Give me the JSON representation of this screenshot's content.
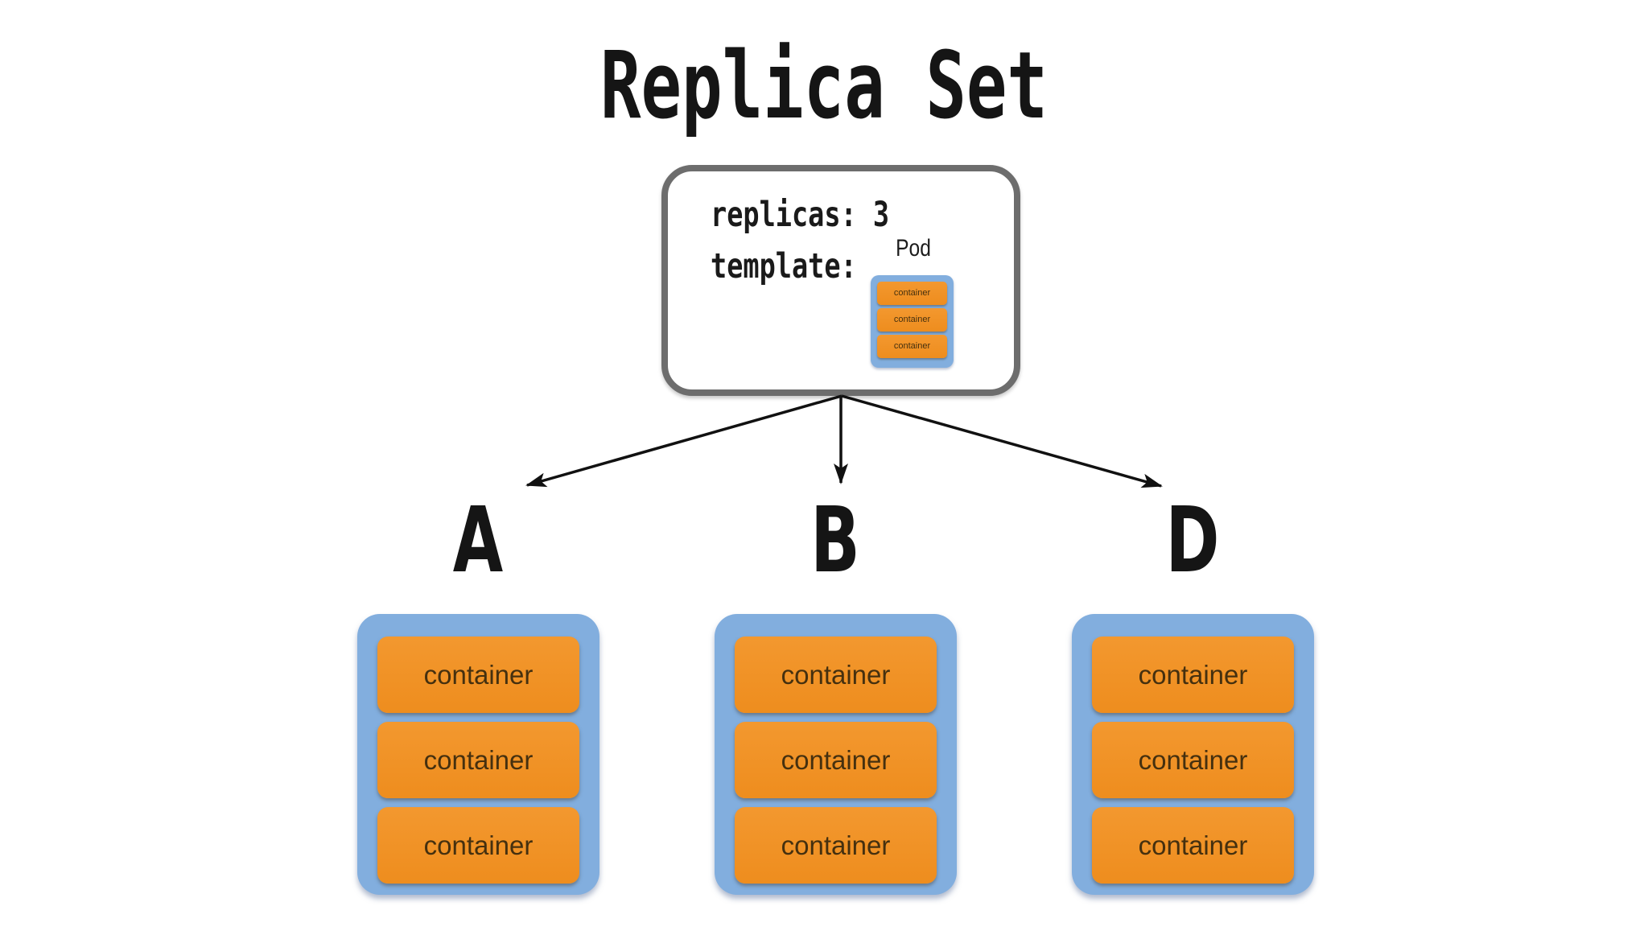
{
  "title": "Replica Set",
  "colors": {
    "pod-blue": "#82aede",
    "container-orange": "#f3982f",
    "container-orange-dark": "#ee8d1e",
    "container-text": "#45300f",
    "box-border": "#6d6d6d",
    "ink": "#111111"
  },
  "replicaset_box": {
    "lines": [
      "replicas: 3",
      "template:"
    ],
    "pod_label": "Pod",
    "template_containers": [
      "container",
      "container",
      "container"
    ]
  },
  "pods": [
    {
      "label": "A",
      "containers": [
        "container",
        "container",
        "container"
      ]
    },
    {
      "label": "B",
      "containers": [
        "container",
        "container",
        "container"
      ]
    },
    {
      "label": "D",
      "containers": [
        "container",
        "container",
        "container"
      ]
    }
  ]
}
